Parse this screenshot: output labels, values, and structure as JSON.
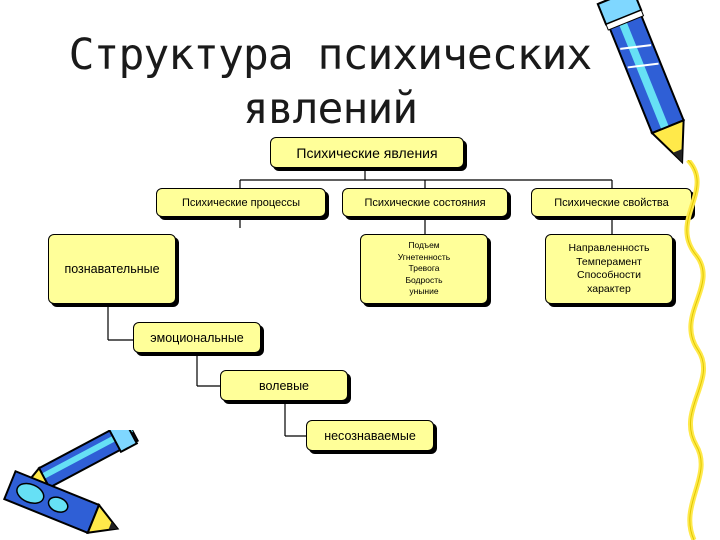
{
  "title": {
    "line1": "Структура психических",
    "line2": "явлений"
  },
  "nodes": {
    "root": "Психические явления",
    "processes": "Психические процессы",
    "states": "Психические состояния",
    "properties": "Психические свойства",
    "cognitive": "познавательные",
    "emotional": "эмоциональные",
    "volitional": "волевые",
    "unconscious": "несознаваемые",
    "states_list": [
      "Подъем",
      "Угнетенность",
      "Тревога",
      "Бодрость",
      "уныние"
    ],
    "properties_list": [
      "Направленность",
      "Темперамент",
      "Способности",
      "характер"
    ]
  },
  "colors": {
    "box_fill": "#ffff99",
    "border": "#000000",
    "pencil_blue": "#2f5fd6",
    "pencil_cyan": "#66e0f5",
    "pencil_yellow": "#ffe94a"
  }
}
